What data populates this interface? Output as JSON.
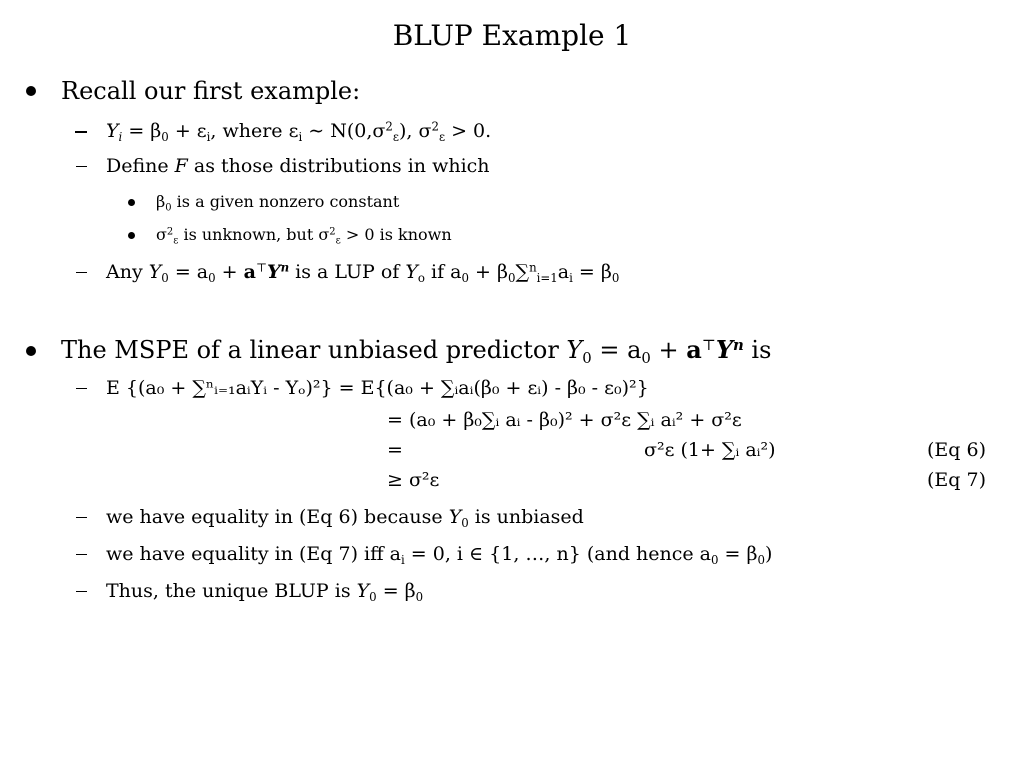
{
  "title": "BLUP Example 1",
  "recall": {
    "heading": "Recall our first example:",
    "model_Y": "Y",
    "model_i": "i",
    "model_rest_1": " = β",
    "model_0": "0",
    "model_rest_2": " + ε",
    "model_i2": "i",
    "model_rest_3": ", where ε",
    "model_i3": "i",
    "model_rest_4": " ∼ N(0,σ",
    "model_sq": "2",
    "model_eps": "ε",
    "model_rest_5": "), σ",
    "model_sq2": "2",
    "model_eps2": "ε",
    "model_rest_6": " > 0.",
    "define_a": "Define ",
    "define_F": "F",
    "define_b": " as those distributions in which",
    "sub1_a": "β",
    "sub1_0": "0",
    "sub1_b": " is a given nonzero constant",
    "sub2_a": "σ",
    "sub2_sq": "2",
    "sub2_eps": "ε",
    "sub2_b": " is unknown, but σ",
    "sub2_sq2": "2",
    "sub2_eps2": "ε",
    "sub2_c": " > 0 is known",
    "any_a": "Any ",
    "any_Y": "Y",
    "any_0": "0",
    "any_b": " = a",
    "any_0b": "0",
    "any_c": " + ",
    "any_a_vec": "a",
    "any_T": "⊤",
    "any_Yn": "Y",
    "any_n": "n",
    "any_d": " is a LUP of ",
    "any_Yo": "Y",
    "any_o": "o",
    "any_e": " if a",
    "any_0c": "0",
    "any_f": " + β",
    "any_0d": "0",
    "any_g": "∑",
    "any_nsup": "n",
    "any_isub": "i=1",
    "any_h": "a",
    "any_isub2": "i",
    "any_i": " = β",
    "any_0e": "0"
  },
  "mspe": {
    "heading_a": "The MSPE of a linear unbiased predictor ",
    "heading_Y": "Y",
    "heading_0": "0",
    "heading_b": " = a",
    "heading_0b": "0",
    "heading_c": " + ",
    "heading_a_vec": "a",
    "heading_T": "⊤",
    "heading_Yn": "Y",
    "heading_n": "n",
    "heading_d": " is",
    "eq1": "E {(a₀ + ∑ⁿᵢ₌₁aᵢYᵢ - Yₒ)²} = E{(a₀ + ∑ᵢaᵢ(β₀ + εᵢ) - β₀ - ε₀)²}",
    "eq2": "= (a₀ + β₀∑ᵢ aᵢ - β₀)² + σ²ε ∑ᵢ aᵢ² + σ²ε",
    "eq3_a": "=",
    "eq3_b": "σ²ε (1+ ∑ᵢ aᵢ²)",
    "eq3_label": "(Eq 6)",
    "eq4": "≥ σ²ε",
    "eq4_label": "(Eq 7)",
    "eq6_a": "we have equality in (Eq 6) because ",
    "eq6_Y": "Y",
    "eq6_0": "0",
    "eq6_b": " is unbiased",
    "eq7_a": "we have equality in (Eq 7) iff a",
    "eq7_i": "i",
    "eq7_b": " = 0, i ∈ {1, …, n} (and hence a",
    "eq7_0": "0",
    "eq7_c": " = β",
    "eq7_0b": "0",
    "eq7_d": ")",
    "thus_a": "Thus, the unique BLUP is ",
    "thus_Y": "Y",
    "thus_0": "0",
    "thus_b": " = β",
    "thus_0b": "0"
  }
}
